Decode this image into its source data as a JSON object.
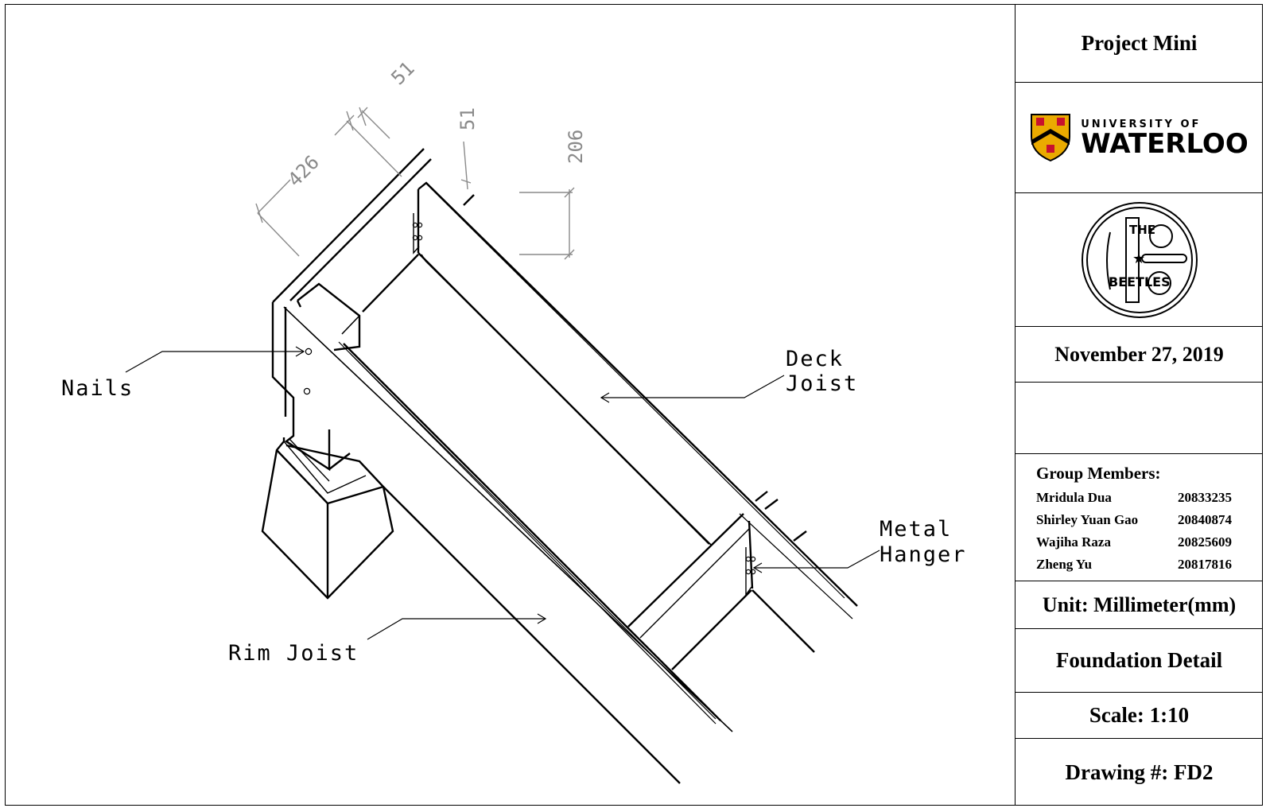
{
  "title_block": {
    "project": "Project Mini",
    "university": {
      "top_line": "UNIVERSITY OF",
      "name": "WATERLOO"
    },
    "team_logo": {
      "text_top": "THE",
      "text_bottom": "BEETLES"
    },
    "date": "November 27, 2019",
    "group_header": "Group Members:",
    "members": [
      {
        "name": "Mridula Dua",
        "id": "20833235"
      },
      {
        "name": "Shirley Yuan Gao",
        "id": "20840874"
      },
      {
        "name": "Wajiha Raza",
        "id": "20825609"
      },
      {
        "name": "Zheng Yu",
        "id": "20817816"
      }
    ],
    "unit": "Unit: Millimeter(mm)",
    "drawing_title": "Foundation Detail",
    "scale": "Scale:  1:10",
    "drawing_number": "Drawing #: FD2"
  },
  "labels": {
    "nails": "Nails",
    "deck_joist_1": "Deck",
    "deck_joist_2": "Joist",
    "metal_hanger_1": "Metal",
    "metal_hanger_2": "Hanger",
    "rim_joist": "Rim Joist"
  },
  "dimensions": {
    "d426": "426",
    "d51a": "51",
    "d51b": "51",
    "d206": "206"
  },
  "colors": {
    "line": "#000000",
    "dimension": "#8a8a8a",
    "crest_red": "#c8102e",
    "crest_gold": "#eaaa00"
  }
}
